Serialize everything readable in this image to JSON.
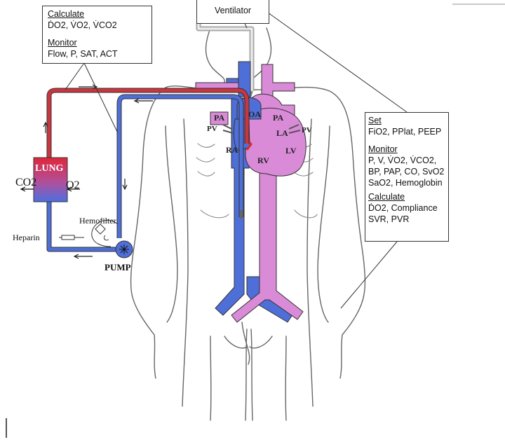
{
  "ventilator": {
    "label": "Ventilator"
  },
  "left_box": {
    "calculate_heading": "Calculate",
    "calculate_values": "ḊO2, V̇O2, V̇CO2",
    "monitor_heading": "Monitor",
    "monitor_values": "Flow, P, SAT, ACT"
  },
  "right_box": {
    "set_heading": "Set",
    "set_values": "FiO2, PPlat, PEEP",
    "monitor_heading": "Monitor",
    "monitor_line1": "P, V, V̇O2, V̇CO2,",
    "monitor_line2": "BP, PAP, CO, SvO2",
    "monitor_line3": "SaO2, Hemoglobin",
    "calculate_heading": "Calculate",
    "calculate_line1": "ḊO2, Compliance",
    "calculate_line2": "SVR, PVR"
  },
  "circuit": {
    "lung": "LUNG",
    "co2": "CO2",
    "o2": "O2",
    "hemofilter": "Hemofilter",
    "heparin": "Heparin",
    "pump": "PUMP"
  },
  "heart": {
    "pa_left": "PA",
    "oa": "OA",
    "pa_right": "PA",
    "pv_left": "PV",
    "pv_right": "PV",
    "la": "LA",
    "ra": "RA",
    "rv": "RV",
    "lv": "LV"
  },
  "colors": {
    "venous_blue": "#4f6fd8",
    "arterial_pink": "#d98bd8",
    "oxygenated_red": "#d8283a",
    "outline": "#555555"
  }
}
